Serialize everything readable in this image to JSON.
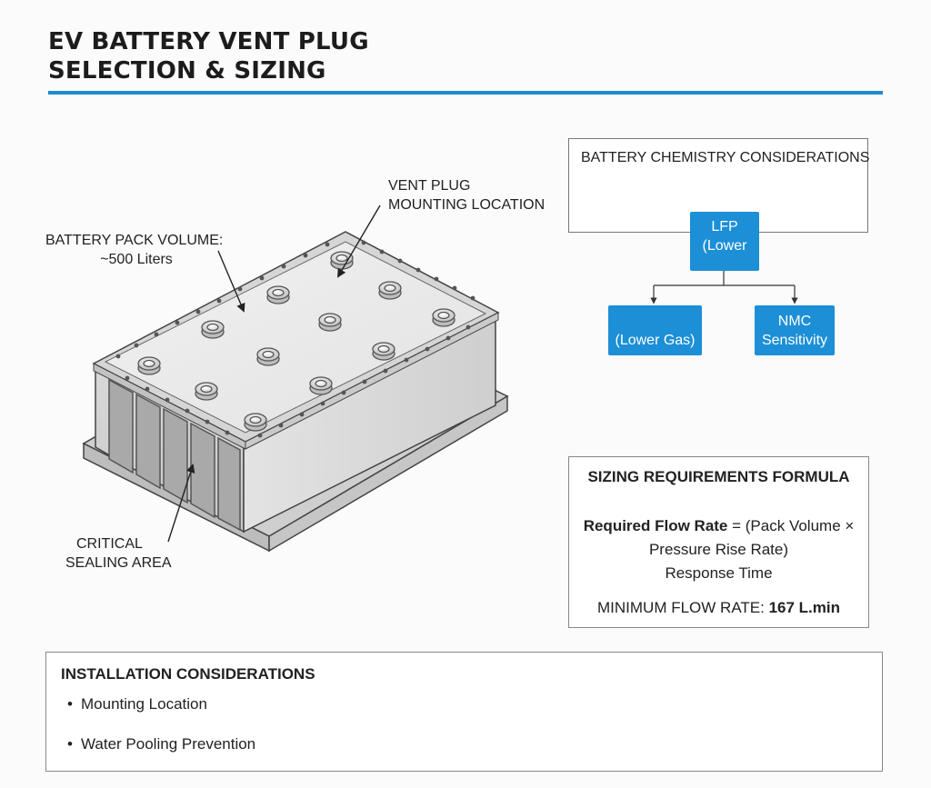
{
  "title": {
    "line1": "EV BATTERY VENT PLUG",
    "line2": "SELECTION & SIZING"
  },
  "colors": {
    "accent": "#1f8ad0",
    "chip": "#1c8fd6"
  },
  "callouts": {
    "volume": {
      "line1": "BATTERY PACK VOLUME:",
      "line2": "~500 Liters"
    },
    "vent": {
      "line1": "VENT PLUG",
      "line2": "MOUNTING LOCATION"
    },
    "sealing": {
      "line1": "CRITICAL",
      "line2": "SEALING AREA"
    }
  },
  "chemistry": {
    "title": "BATTERY CHEMISTRY CONSIDERATIONS",
    "root": {
      "line1": "LFP",
      "line2": "(Lower"
    },
    "left": {
      "line1": "(Lower Gas)"
    },
    "right": {
      "line1": "NMC",
      "line2": "Sensitivity"
    }
  },
  "formula": {
    "title": "SIZING REQUIREMENTS FORMULA",
    "lhs": "Required Flow Rate",
    "rhs": " = (Pack Volume ×",
    "line2": "Pressure Rise Rate)",
    "line3": "Response Time",
    "min_label": "MINIMUM FLOW RATE: ",
    "min_value": "167 L.min"
  },
  "installation": {
    "title": "INSTALLATION CONSIDERATIONS",
    "items": [
      "Mounting Location",
      "Water Pooling Prevention"
    ]
  }
}
